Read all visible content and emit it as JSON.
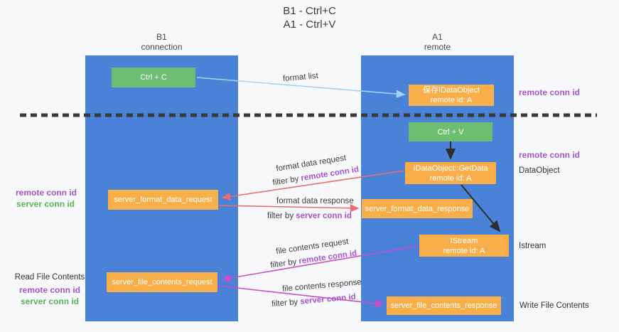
{
  "title": {
    "line1": "B1 - Ctrl+C",
    "line2": "A1 - Ctrl+V"
  },
  "lanes": {
    "left": {
      "name": "B1",
      "role": "connection"
    },
    "right": {
      "name": "A1",
      "role": "remote"
    }
  },
  "boxes": {
    "ctrl_c": {
      "label": "Ctrl + C"
    },
    "save_dataobject": {
      "line1": "保存IDataObject",
      "line2": "remote id: A"
    },
    "ctrl_v": {
      "label": "Ctrl + V"
    },
    "getdata": {
      "line1": "IDataObject::GetData",
      "line2": "remote id: A"
    },
    "format_request": {
      "label": "server_format_data_request"
    },
    "format_response": {
      "label": "server_format_data_response"
    },
    "istream": {
      "line1": "IStream",
      "line2": "remote id: A"
    },
    "file_request": {
      "label": "server_file_contents_request"
    },
    "file_response": {
      "label": "server_file_contents_response"
    }
  },
  "arrow_labels": {
    "format_list": "format list",
    "format_data_request": "format data request",
    "format_data_response": "format data response",
    "file_contents_request": "file contents request",
    "file_contents_response": "file contents response",
    "filter_by": "filter by ",
    "remote_conn_id": "remote conn id",
    "server_conn_id": "server conn id"
  },
  "side_labels": {
    "right_top_conn": "remote conn id",
    "right_mid_conn": "remote conn id",
    "dataobject": "DataObject",
    "istream": "Istream",
    "write_file": "Write File Contents",
    "left_mid_remote": "remote conn id",
    "left_mid_server": "server conn id",
    "read_file": "Read File Contents",
    "left_bottom_remote": "remote conn id",
    "left_bottom_server": "server conn id"
  },
  "colors": {
    "lane_blue": "#4a82d8",
    "box_orange": "#f9af49",
    "box_green": "#6cbe72",
    "arrow_red": "#e96d6d",
    "arrow_magenta": "#c94fc9",
    "arrow_lightblue": "#a6d3f2",
    "arrow_black": "#2d2d2d",
    "label_purple": "#a854cf",
    "label_green": "#57b857",
    "background": "#f7f8f9"
  }
}
